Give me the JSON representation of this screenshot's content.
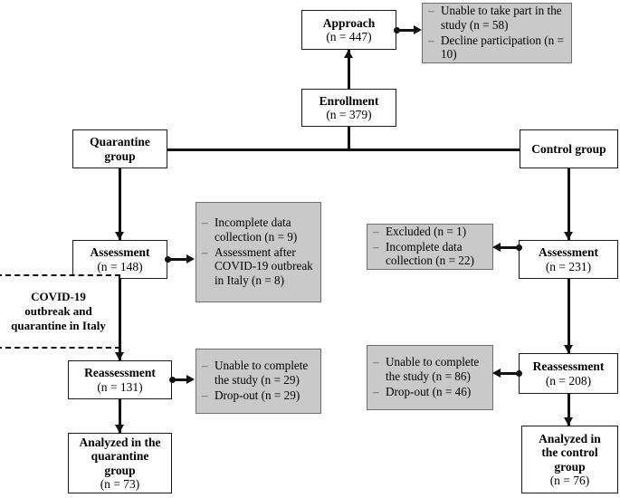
{
  "diagram": {
    "title": "CONSORT-style participant flow diagram",
    "colors": {
      "box_fill": "#ffffff",
      "box_border": "#1a1a1a",
      "exclusion_fill": "#c9c9c9",
      "exclusion_border": "#6e6e6e",
      "line": "#111111"
    }
  },
  "nodes": {
    "approach": {
      "label": "Approach",
      "count": "(n = 447)"
    },
    "enrollment": {
      "label": "Enrollment",
      "count": "(n = 379)"
    },
    "quarantine_group": {
      "line1": "Quarantine",
      "line2": "group"
    },
    "control_group": {
      "line1": "Control group",
      "line2": ""
    },
    "assessment_left": {
      "label": "Assessment",
      "count": "(n = 148)"
    },
    "assessment_right": {
      "label": "Assessment",
      "count": "(n = 231)"
    },
    "covid_event": {
      "line1": "COVID-19",
      "line2": "outbreak and",
      "line3": "quarantine in Italy"
    },
    "reassessment_left": {
      "label": "Reassessment",
      "count": "(n = 131)"
    },
    "reassessment_right": {
      "label": "Reassessment",
      "count": "(n = 208)"
    },
    "analyzed_left": {
      "line1": "Analyzed in the",
      "line2": "quarantine",
      "line3": "group",
      "count": "(n = 73)"
    },
    "analyzed_right": {
      "line1": "Analyzed in",
      "line2": "the control",
      "line3": "group",
      "count": "(n = 76)"
    }
  },
  "exclusions": {
    "approach": {
      "items": [
        "Unable to take part in the study (n = 58)",
        "Decline participation (n = 10)"
      ]
    },
    "assessment_left": {
      "items": [
        "Incomplete data collection (n = 9)",
        "Assessment after COVID-19 outbreak in Italy (n = 8)"
      ]
    },
    "assessment_right": {
      "items": [
        "Excluded (n = 1)",
        "Incomplete data collection (n = 22)"
      ]
    },
    "reassessment_left": {
      "items": [
        "Unable to complete the study (n = 29)",
        "Drop-out (n = 29)"
      ]
    },
    "reassessment_right": {
      "items": [
        "Unable to complete the study (n = 86)",
        "Drop-out (n = 46)"
      ]
    }
  }
}
